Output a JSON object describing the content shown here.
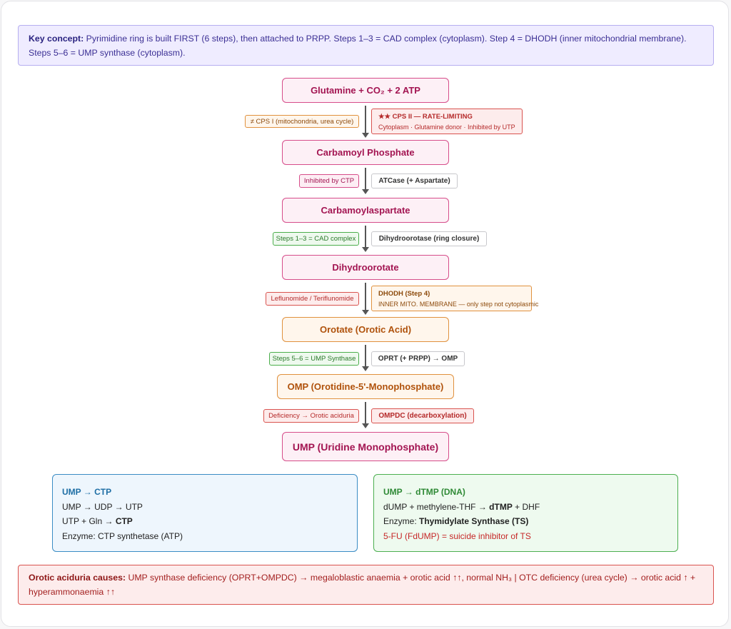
{
  "key_concept": {
    "label": "Key concept:",
    "text": "Pyrimidine ring is built FIRST (6 steps), then attached to PRPP. Steps 1–3 = CAD complex (cytoplasm). Step 4 = DHODH (inner mitochondrial membrane). Steps 5–6 = UMP synthase (cytoplasm)."
  },
  "pathway": {
    "nodes": [
      "Glutamine + CO₂ + 2 ATP",
      "Carbamoyl Phosphate",
      "Carbamoylaspartate",
      "Dihydroorotate",
      "Orotate (Orotic Acid)",
      "OMP (Orotidine-5'-Monophosphate)",
      "UMP (Uridine Monophosphate)"
    ],
    "steps": [
      {
        "left": "≠ CPS I (mitochondria, urea cycle)",
        "right_title": "★★ CPS II — RATE-LIMITING",
        "right_sub": "Cytoplasm · Glutamine donor · Inhibited by UTP"
      },
      {
        "left": "Inhibited by CTP",
        "right_title": "ATCase (+ Aspartate)"
      },
      {
        "left": "Steps 1–3 = CAD complex",
        "right_title": "Dihydroorotase (ring closure)"
      },
      {
        "left": "Leflunomide / Teriflunomide",
        "right_title": "DHODH (Step 4)",
        "right_sub": "INNER MITO. MEMBRANE — only step not cytoplasmic"
      },
      {
        "left": "Steps 5–6 = UMP Synthase",
        "right_title": "OPRT (+ PRPP) → OMP"
      },
      {
        "left": "Deficiency → Orotic aciduria",
        "right_title": "OMPDC (decarboxylation)"
      }
    ]
  },
  "ctp_box": {
    "title": "UMP → CTP",
    "line1": "UMP → UDP → UTP",
    "line2_pre": "UTP + Gln → ",
    "line2_bold": "CTP",
    "line3": "Enzyme: CTP synthetase (ATP)"
  },
  "dtmp_box": {
    "title": "UMP → dTMP (DNA)",
    "line1_pre": "dUMP + methylene-THF → ",
    "line1_bold": "dTMP",
    "line1_post": " + DHF",
    "line2_pre": "Enzyme: ",
    "line2_bold": "Thymidylate Synthase (TS)",
    "line3": "5-FU (FdUMP) = suicide inhibitor of TS"
  },
  "orotic_causes": {
    "label": "Orotic aciduria causes:",
    "text": "UMP synthase deficiency (OPRT+OMPDC) → megaloblastic anaemia + orotic acid ↑↑, normal NH₃  |  OTC deficiency (urea cycle) → orotic acid ↑ + hyperammonaemia ↑↑"
  },
  "colors": {
    "key_bg": "#efecff",
    "node_pink": "#d64d8a",
    "node_orange": "#e0913e",
    "alert_red": "#d9534f",
    "ctp_blue": "#3a8cc4",
    "dtmp_green": "#4caf50"
  }
}
